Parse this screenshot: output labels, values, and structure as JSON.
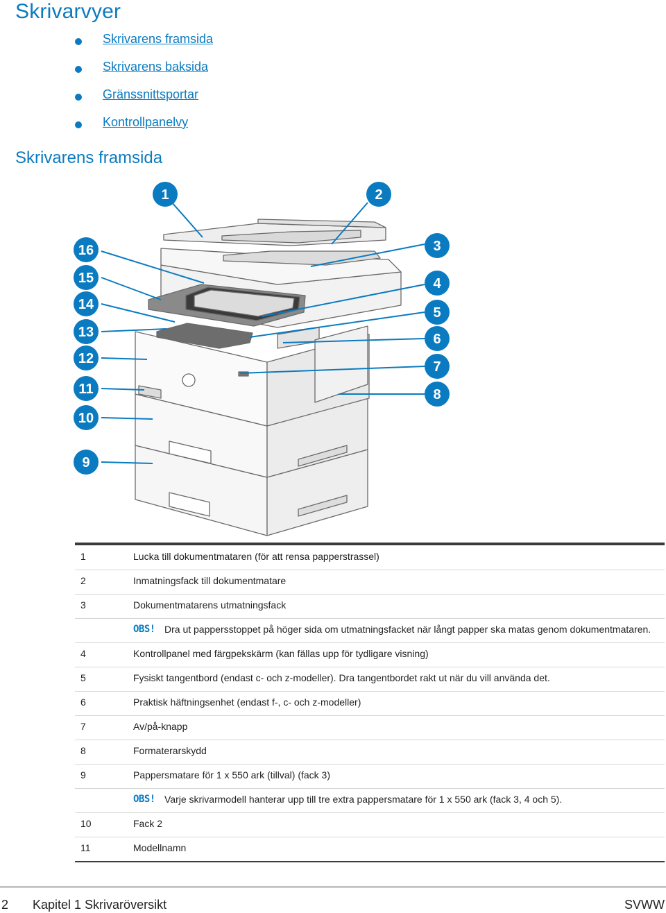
{
  "page_title": "Skrivarvyer",
  "toc": [
    {
      "label": "Skrivarens framsida"
    },
    {
      "label": "Skrivarens baksida"
    },
    {
      "label": "Gränssnittsportar"
    },
    {
      "label": "Kontrollpanelvy"
    }
  ],
  "section_title": "Skrivarens framsida",
  "callouts": [
    "1",
    "2",
    "3",
    "4",
    "5",
    "6",
    "7",
    "8",
    "9",
    "10",
    "11",
    "12",
    "13",
    "14",
    "15",
    "16"
  ],
  "colors": {
    "accent": "#0a7bc0"
  },
  "table": {
    "obs_label": "OBS!",
    "rows": [
      {
        "num": "1",
        "desc": "Lucka till dokumentmataren (för att rensa papperstrassel)"
      },
      {
        "num": "2",
        "desc": "Inmatningsfack till dokumentmatare"
      },
      {
        "num": "3",
        "desc": "Dokumentmatarens utmatningsfack"
      },
      {
        "num": "",
        "note": "Dra ut pappersstoppet på höger sida om utmatningsfacket när långt papper ska matas genom dokumentmataren."
      },
      {
        "num": "4",
        "desc": "Kontrollpanel med färgpekskärm (kan fällas upp för tydligare visning)"
      },
      {
        "num": "5",
        "desc": "Fysiskt tangentbord (endast c- och z-modeller). Dra tangentbordet rakt ut när du vill använda det."
      },
      {
        "num": "6",
        "desc": "Praktisk häftningsenhet (endast f-, c- och z-modeller)"
      },
      {
        "num": "7",
        "desc": "Av/på-knapp"
      },
      {
        "num": "8",
        "desc": "Formaterarskydd"
      },
      {
        "num": "9",
        "desc": "Pappersmatare för 1 x 550 ark (tillval) (fack 3)"
      },
      {
        "num": "",
        "note": "Varje skrivarmodell hanterar upp till tre extra pappersmatare för 1 x 550 ark (fack 3, 4 och 5)."
      },
      {
        "num": "10",
        "desc": "Fack 2"
      },
      {
        "num": "11",
        "desc": "Modellnamn"
      }
    ]
  },
  "footer": {
    "page_number": "2",
    "chapter": "Kapitel 1   Skrivaröversikt",
    "right": "SVWW"
  }
}
